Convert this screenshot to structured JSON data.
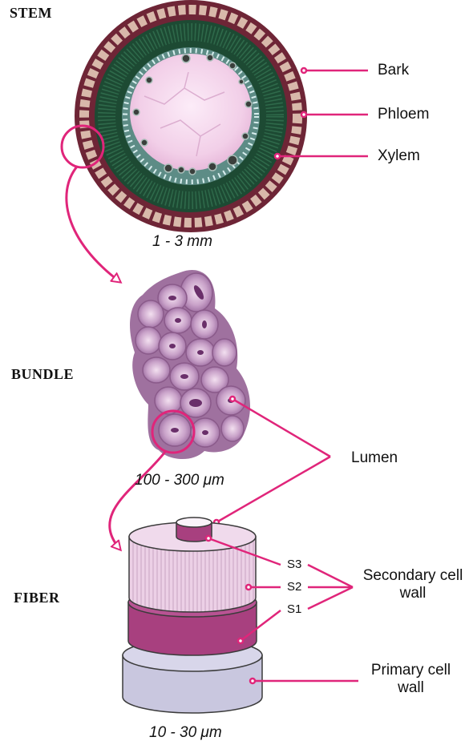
{
  "sections": {
    "stem": "STEM",
    "bundle": "BUNDLE",
    "fiber": "FIBER"
  },
  "stem_labels": {
    "bark": "Bark",
    "phloem": "Phloem",
    "xylem": "Xylem"
  },
  "scales": {
    "stem": "1 - 3  mm",
    "bundle": "100 - 300  μm",
    "fiber": "10 - 30  μm"
  },
  "lumen_label": "Lumen",
  "fiber_layers": {
    "s3": "S3",
    "s2": "S2",
    "s1": "S1"
  },
  "secondary_wall": "Secondary cell wall",
  "primary_wall": "Primary cell wall",
  "colors": {
    "accent": "#e0257a",
    "stem_bark": "#7a2a3a",
    "stem_phloem": "#1e4a34",
    "stem_pith": "#f4d8ee",
    "bundle_cells": "#b585b5",
    "s1_layer": "#a8407f",
    "s2_layer": "#e8c4e0",
    "primary_layer": "#c6c4dd"
  }
}
